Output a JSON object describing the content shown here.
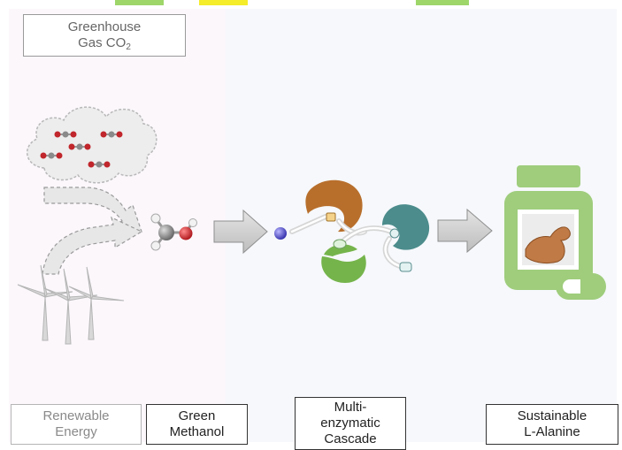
{
  "labels": {
    "co2_line1": "Greenhouse",
    "co2_line2": "Gas CO",
    "co2_subscript": "2",
    "renewable_line1": "Renewable",
    "renewable_line2": "Energy",
    "methanol_line1": "Green",
    "methanol_line2": "Methanol",
    "cascade_line1": "Multi-",
    "cascade_line2": "enzymatic",
    "cascade_line3": "Cascade",
    "alanine_line1": "Sustainable",
    "alanine_line2": "L-Alanine"
  },
  "colors": {
    "watermark_yellow": "#f5ec2a",
    "watermark_green": "#9ed66a",
    "enzyme_brown": "#b86f2c",
    "enzyme_teal": "#4c8c8c",
    "enzyme_green": "#75b44b",
    "bottle_green": "#9fcd7c",
    "oxygen_red": "#c0262b",
    "carbon_gray": "#7d7d7d"
  },
  "icons": [
    "co2-cloud",
    "curved-arrow",
    "methanol-molecule",
    "block-arrow",
    "enzyme",
    "wind-turbine",
    "supplement-bottle",
    "flexed-arm"
  ]
}
